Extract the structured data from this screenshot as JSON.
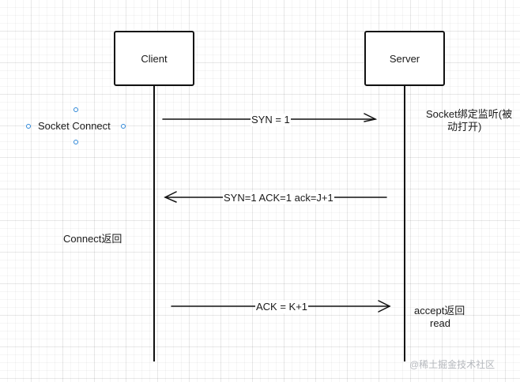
{
  "actors": {
    "client": "Client",
    "server": "Server"
  },
  "messages": [
    {
      "label": "SYN = 1",
      "direction": "client-to-server"
    },
    {
      "label": "SYN=1 ACK=1 ack=J+1",
      "direction": "server-to-client"
    },
    {
      "label": "ACK = K+1",
      "direction": "client-to-server"
    }
  ],
  "notes": {
    "client_connect": "Socket Connect",
    "server_listen_line1": "Socket绑定监听(被",
    "server_listen_line2": "动打开)",
    "connect_return": "Connect返回",
    "accept_return": "accept返回",
    "read": "read"
  },
  "watermark": "@稀土掘金技术社区",
  "colors": {
    "line": "#111111",
    "handle": "#2d87d8",
    "watermark": "#b5b8bd"
  }
}
